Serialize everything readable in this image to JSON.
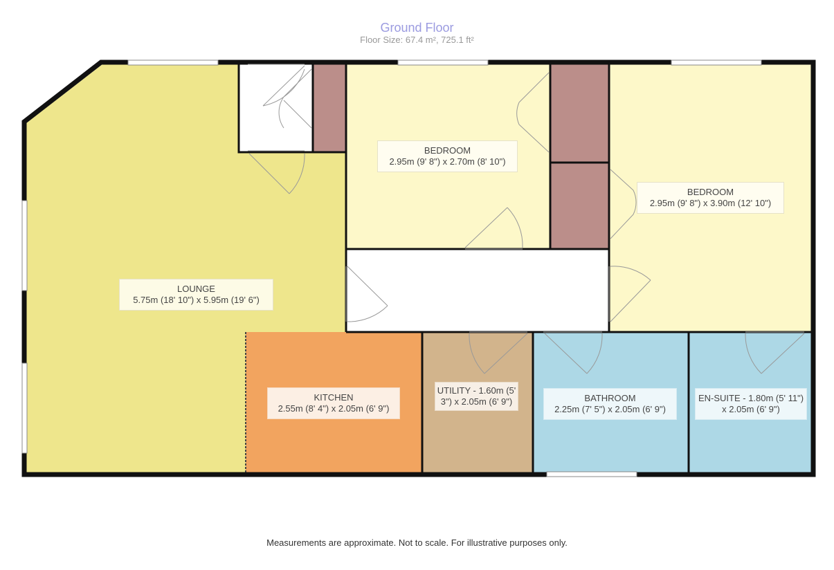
{
  "header": {
    "title": "Ground Floor",
    "floor_size": "Floor Size: 67.4 m², 725.1 ft²"
  },
  "rooms": {
    "lounge": {
      "name": "LOUNGE",
      "dims": "5.75m (18' 10\") x 5.95m (19' 6\")",
      "color": "#eee68c"
    },
    "bedroom1": {
      "name": "BEDROOM",
      "dims": "2.95m (9' 8\") x 2.70m (8' 10\")",
      "color": "#fdf8c9"
    },
    "bedroom2": {
      "name": "BEDROOM",
      "dims": "2.95m (9' 8\") x 3.90m (12' 10\")",
      "color": "#fdf8c9"
    },
    "kitchen": {
      "name": "KITCHEN",
      "dims": "2.55m (8' 4\") x 2.05m (6' 9\")",
      "color": "#f2a45f"
    },
    "utility": {
      "label": "UTILITY - 1.60m (5' 3\") x 2.05m (6' 9\")",
      "color": "#d2b48c"
    },
    "bathroom": {
      "name": "BATHROOM",
      "dims": "2.25m (7' 5\") x 2.05m (6' 9\")",
      "color": "#add8e6"
    },
    "ensuite": {
      "label": "EN-SUITE - 1.80m (5' 11\") x 2.05m (6' 9\")",
      "color": "#add8e6"
    }
  },
  "footer": {
    "disclaimer": "Measurements are approximate. Not to scale. For illustrative purposes only."
  }
}
